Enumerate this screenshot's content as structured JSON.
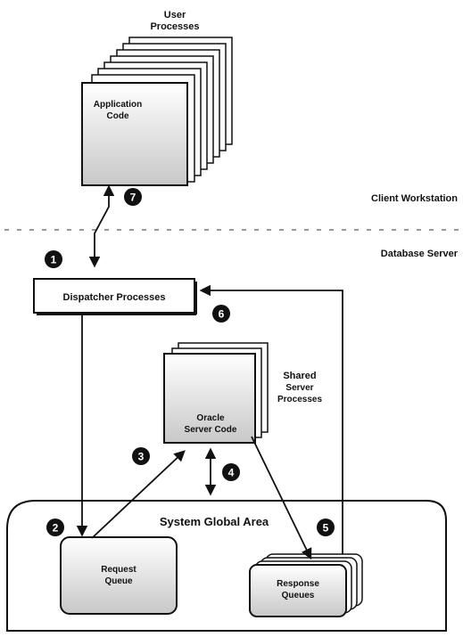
{
  "labels": {
    "user_processes_line1": "User",
    "user_processes_line2": "Processes",
    "application_code_line1": "Application",
    "application_code_line2": "Code",
    "client_workstation": "Client Workstation",
    "database_server": "Database Server",
    "dispatcher_processes": "Dispatcher Processes",
    "shared_server_line1": "Shared",
    "shared_server_line2": "Server",
    "shared_server_line3": "Processes",
    "oracle_code_line1": "Oracle",
    "oracle_code_line2": "Server Code",
    "sga": "System Global Area",
    "request_queue_line1": "Request",
    "request_queue_line2": "Queue",
    "response_queues_line1": "Response",
    "response_queues_line2": "Queues"
  },
  "steps": [
    "1",
    "2",
    "3",
    "4",
    "5",
    "6",
    "7"
  ],
  "colors": {
    "line": "#111111",
    "box_fill": "#ffffff",
    "gradient_top": "#ffffff",
    "gradient_bottom": "#c8c8c8",
    "badge": "#111111"
  }
}
